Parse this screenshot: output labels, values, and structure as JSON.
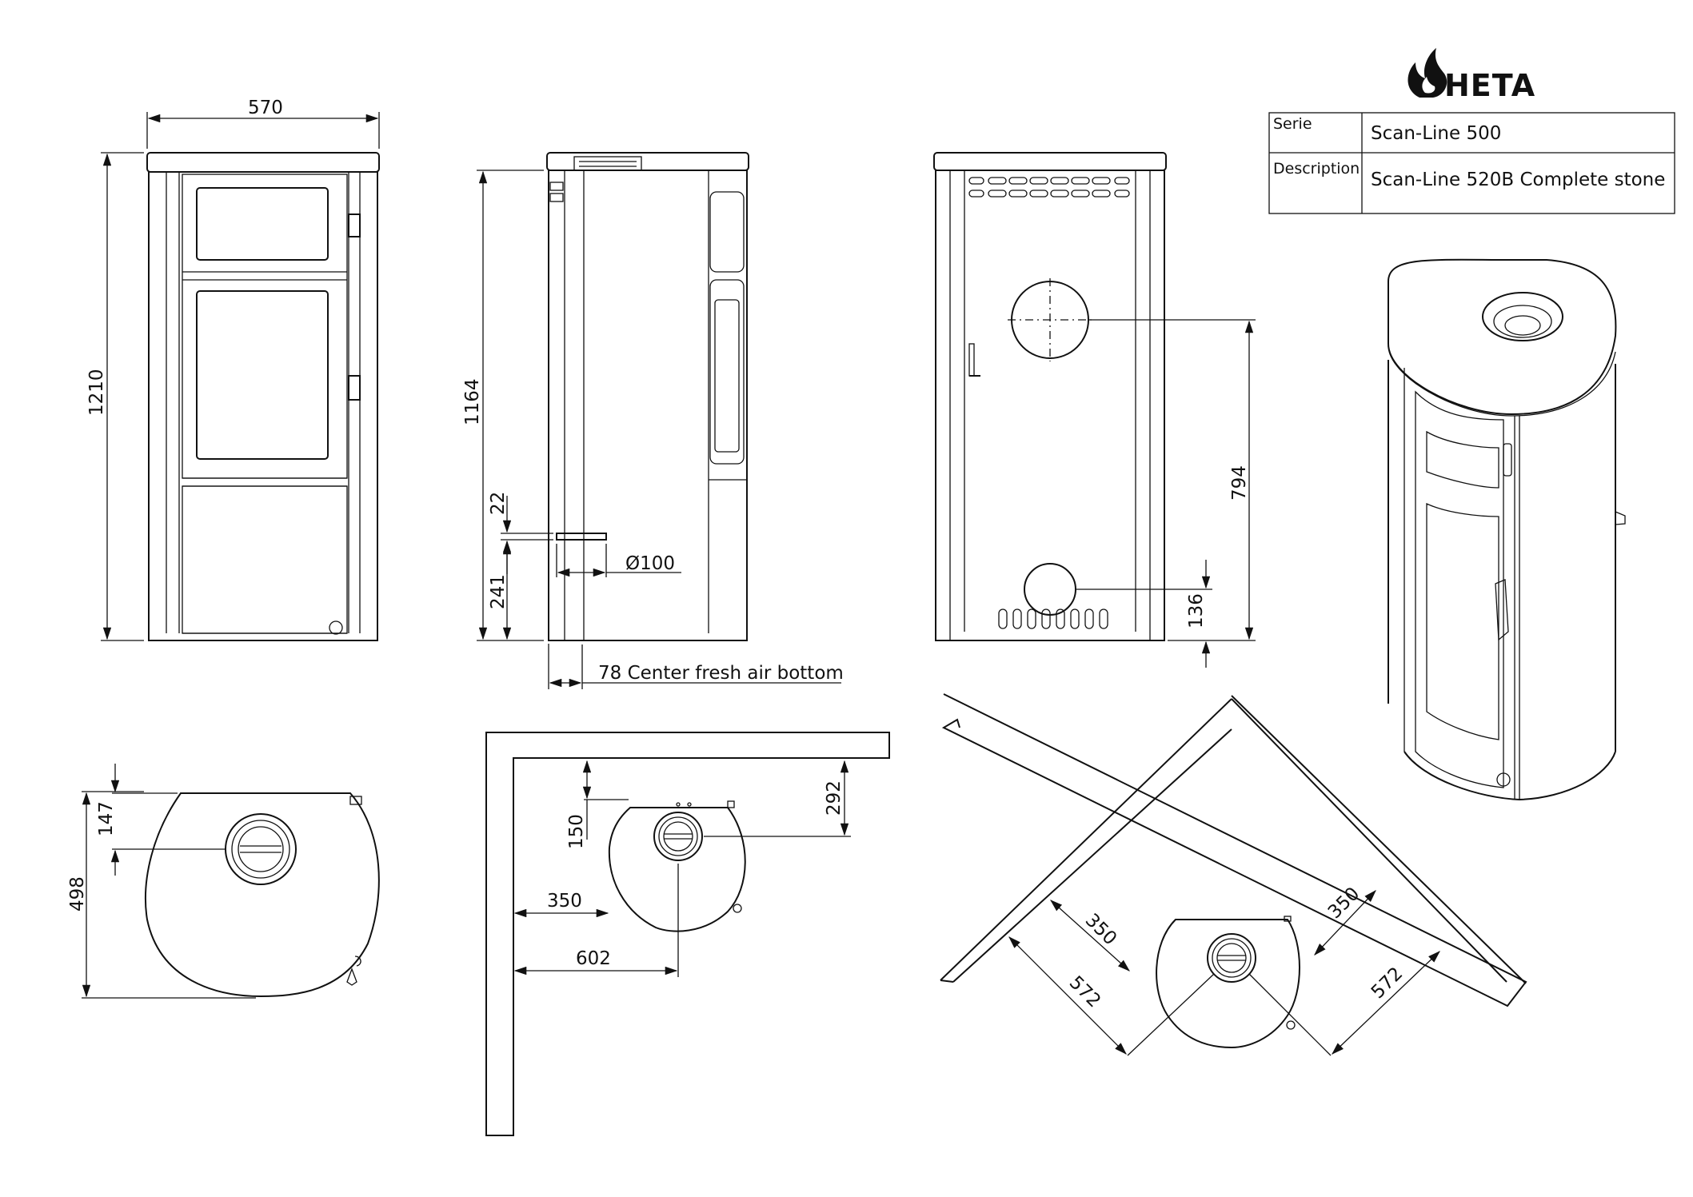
{
  "brand": {
    "name": "HETA"
  },
  "title_block": {
    "rows": [
      {
        "label": "Serie",
        "value": "Scan-Line 500"
      },
      {
        "label": "Description",
        "value": "Scan-Line 520B Complete stone"
      }
    ]
  },
  "front_view": {
    "width": "570",
    "height": "1210"
  },
  "side_view": {
    "height": "1164",
    "spigot_offset": "22",
    "air_inlet_height": "241",
    "air_diameter": "Ø100",
    "air_note": "78 Center fresh air bottom"
  },
  "back_view": {
    "flue_height": "794",
    "air_height": "136"
  },
  "top_view": {
    "depth": "498",
    "flue_offset": "147"
  },
  "wall_view": {
    "side_gap": "350",
    "rear_offset": "150",
    "flue_from_wall": "292",
    "flue_from_side": "602"
  },
  "corner_view": {
    "gap_left": "350",
    "gap_right": "350",
    "flue_left": "572",
    "flue_right": "572"
  }
}
